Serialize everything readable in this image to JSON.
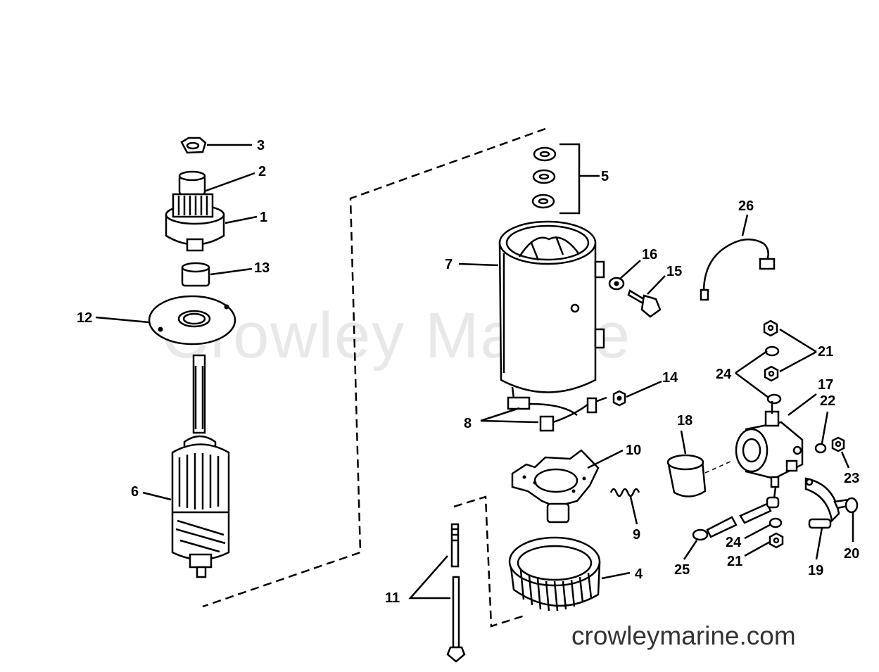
{
  "watermark": "Crowley Marine",
  "site_url": "crowleymarine.com",
  "callouts": {
    "c1": "1",
    "c2": "2",
    "c3": "3",
    "c4": "4",
    "c5": "5",
    "c6": "6",
    "c7": "7",
    "c8": "8",
    "c9": "9",
    "c10": "10",
    "c11": "11",
    "c12": "12",
    "c13": "13",
    "c14": "14",
    "c15": "15",
    "c16": "16",
    "c17": "17",
    "c18": "18",
    "c19": "19",
    "c20": "20",
    "c21a": "21",
    "c21b": "21",
    "c22": "22",
    "c23": "23",
    "c24a": "24",
    "c24b": "24",
    "c25": "25",
    "c26": "26"
  }
}
